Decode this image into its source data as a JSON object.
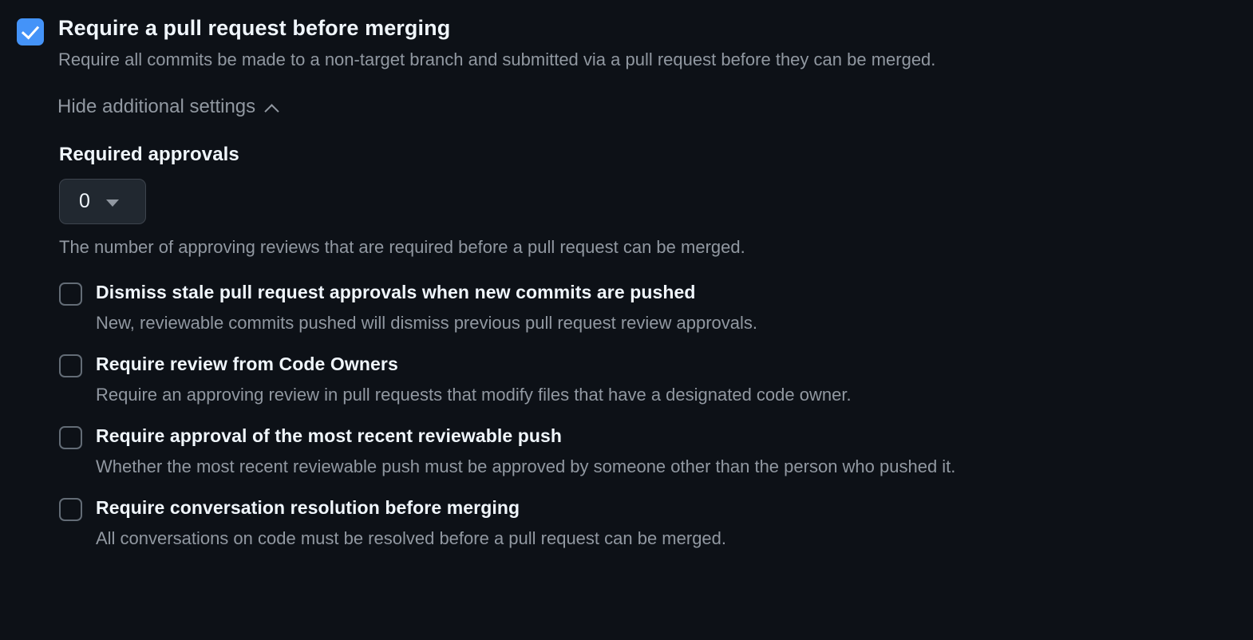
{
  "theme": {
    "background": "#0d1117",
    "title_color": "#f0f6fc",
    "description_color": "#9198a1",
    "accent_checked": "#4493f8",
    "checkbox_border": "#636c76",
    "select_background": "#212830",
    "select_border": "#3d444d"
  },
  "primary_setting": {
    "checkbox_state": "checked",
    "title": "Require a pull request before merging",
    "description": "Require all commits be made to a non-target branch and submitted via a pull request before they can be merged."
  },
  "disclosure": {
    "label": "Hide additional settings",
    "icon": "chevron-up-icon",
    "expanded": true
  },
  "required_approvals": {
    "heading": "Required approvals",
    "selected_value": "0",
    "caret_icon": "chevron-down-icon",
    "description": "The number of approving reviews that are required before a pull request can be merged."
  },
  "options": [
    {
      "checkbox_state": "unchecked",
      "title": "Dismiss stale pull request approvals when new commits are pushed",
      "description": "New, reviewable commits pushed will dismiss previous pull request review approvals."
    },
    {
      "checkbox_state": "unchecked",
      "title": "Require review from Code Owners",
      "description": "Require an approving review in pull requests that modify files that have a designated code owner."
    },
    {
      "checkbox_state": "unchecked",
      "title": "Require approval of the most recent reviewable push",
      "description": "Whether the most recent reviewable push must be approved by someone other than the person who pushed it."
    },
    {
      "checkbox_state": "unchecked",
      "title": "Require conversation resolution before merging",
      "description": "All conversations on code must be resolved before a pull request can be merged."
    }
  ]
}
